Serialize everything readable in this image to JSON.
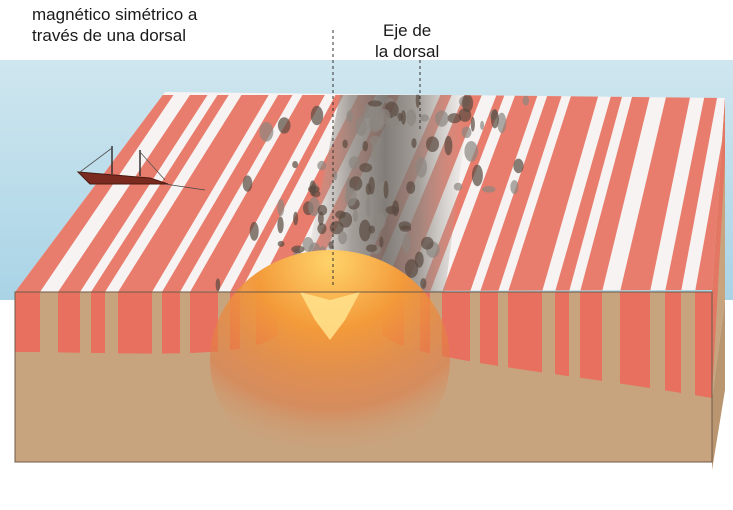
{
  "labels": {
    "left": {
      "line1": "magnético simétrico a",
      "line2": "través de una dorsal"
    },
    "right": {
      "line1": "Eje de",
      "line2": "la dorsal"
    }
  },
  "colors": {
    "normal_polarity_stripe": "#e8705e",
    "reversed_polarity_stripe": "#f6f3f2",
    "ridge_rock": "#8c8680",
    "sea_surface": "#a9d4e6",
    "sediment": "#c8a47e",
    "magma": "#f39a3a",
    "ship": "#7a2a1e"
  },
  "icons": {
    "ship": "research-ship-icon"
  }
}
